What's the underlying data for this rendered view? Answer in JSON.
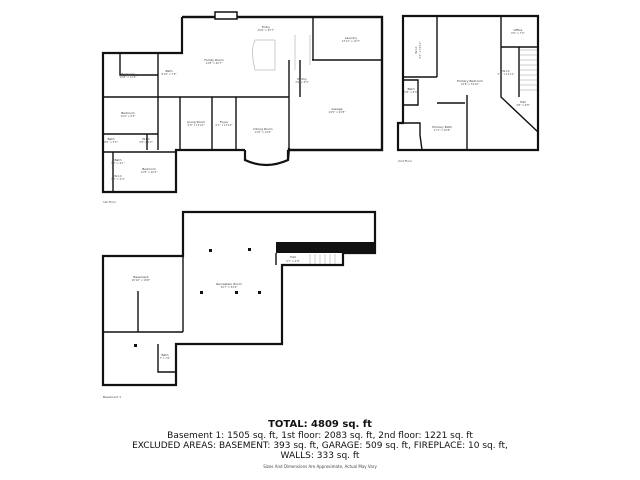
{
  "first_floor": {
    "label": "1st Floor",
    "rooms": [
      {
        "name": "Entry",
        "dims": "20'0\" x 25'7\""
      },
      {
        "name": "Family Room",
        "dims": "14'8\" x 20'7\""
      },
      {
        "name": "Laundry",
        "dims": "13'11\" x 10'7\""
      },
      {
        "name": "Bedroom",
        "dims": "10'8\" x 11'9\""
      },
      {
        "name": "Bath",
        "dims": "8'10\" x 7'8\""
      },
      {
        "name": "Pantry",
        "dims": "3'9\" x 4'5\""
      },
      {
        "name": "Garage",
        "dims": "24'5\" x 23'8\""
      },
      {
        "name": "Bedroom",
        "dims": "14'2\" x 9'5\""
      },
      {
        "name": "Living Room",
        "dims": "9'0\" x 13'10\""
      },
      {
        "name": "Foyer",
        "dims": "6'1\" x 13'10\""
      },
      {
        "name": "Dining Room",
        "dims": "13'0\" x 14'0\""
      },
      {
        "name": "Bath",
        "dims": "8'0\" x 5'5\""
      },
      {
        "name": "W.I.C",
        "dims": "5'8\" x 4'2\""
      },
      {
        "name": "Bath",
        "dims": "5'7\" x 6'1\""
      },
      {
        "name": "W.I.C",
        "dims": "5'7\" x 5'3\""
      },
      {
        "name": "Bedroom",
        "dims": "12'8\" x 10'5\""
      }
    ]
  },
  "second_floor": {
    "label": "2nd Floor",
    "rooms": [
      {
        "name": "W.I.C",
        "dims": "8'1\" x 15'10\""
      },
      {
        "name": "Office",
        "dims": "6'5\" x 7'5\""
      },
      {
        "name": "W.I.C",
        "dims": "3'7\" x 12'11\""
      },
      {
        "name": "Primary Bedroom",
        "dims": "19'8\" x 34'10\""
      },
      {
        "name": "Bath",
        "dims": "5'8\" x 6'0\""
      },
      {
        "name": "Hall",
        "dims": "4'8\" x 8'8\""
      },
      {
        "name": "Primary Bath",
        "dims": "17'1\" x 10'8\""
      }
    ]
  },
  "basement": {
    "label": "Basement 1",
    "rooms": [
      {
        "name": "Basement",
        "dims": "20'10\" x 18'8\""
      },
      {
        "name": "Recreation Room",
        "dims": "30'7\" x 34'6\""
      },
      {
        "name": "Hall",
        "dims": "6'1\" x 2'8\""
      },
      {
        "name": "Bath",
        "dims": "7' x 7'6\""
      }
    ]
  },
  "summary": {
    "total": "TOTAL: 4809 sq. ft",
    "line1": "Basement 1: 1505 sq. ft, 1st floor: 2083 sq. ft, 2nd floor: 1221 sq. ft",
    "line2": "EXCLUDED AREAS: BASEMENT: 393 sq. ft, GARAGE: 509 sq. ft, FIREPLACE: 10 sq. ft,",
    "line3": "WALLS: 333 sq. ft",
    "disclaimer": "Sizes And Dimensions Are Approximate, Actual May Vary"
  }
}
